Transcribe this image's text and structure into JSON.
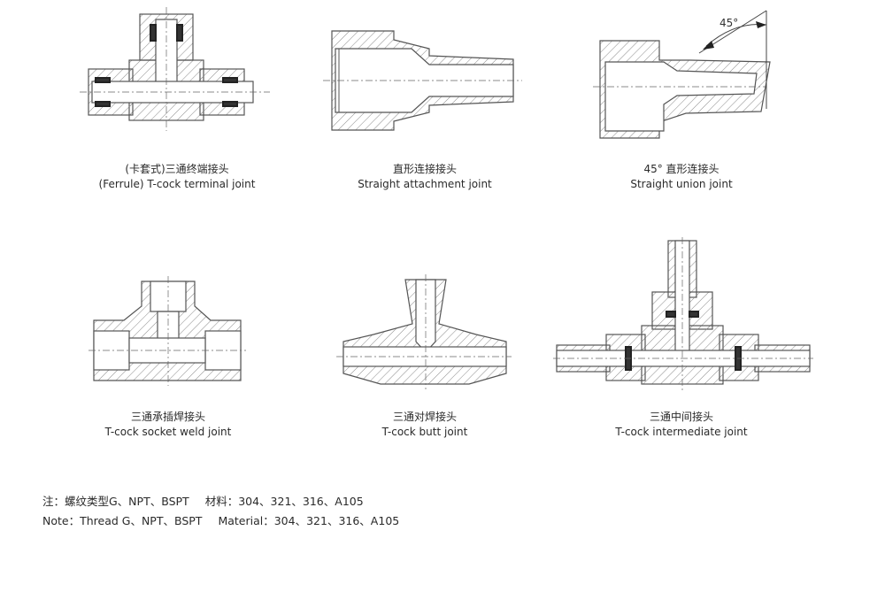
{
  "colors": {
    "line": "#555555",
    "hatch": "#8a8a8a",
    "background": "#ffffff"
  },
  "parts": [
    {
      "cn": "(卡套式)三通终端接头",
      "en": "(Ferrule) T-cock terminal joint"
    },
    {
      "cn": "直形连接接头",
      "en": "Straight attachment joint"
    },
    {
      "cn": "45°  直形连接头",
      "en": "Straight union joint",
      "angle_label": "45°"
    },
    {
      "cn": "三通承插焊接头",
      "en": "T-cock socket weld joint"
    },
    {
      "cn": "三通对焊接头",
      "en": "T-cock butt joint"
    },
    {
      "cn": "三通中间接头",
      "en": "T-cock intermediate joint"
    }
  ],
  "notes": {
    "cn_prefix": "注：螺纹类型G、NPT、BSPT",
    "cn_material": "材料：304、321、316、A105",
    "en_prefix": "Note：Thread G、NPT、BSPT",
    "en_material": "Material：304、321、316、A105"
  }
}
